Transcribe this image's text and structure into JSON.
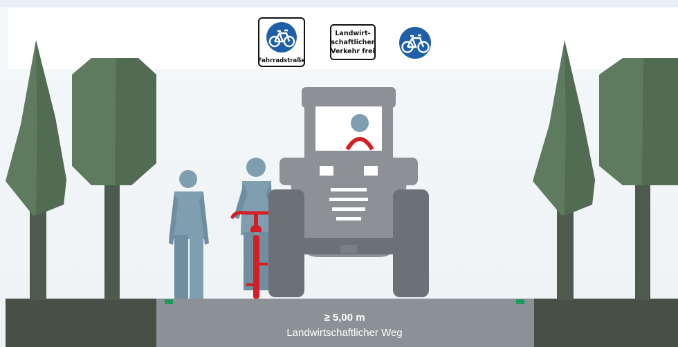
{
  "signs": {
    "fahrradstrasse_label": "Fahrradstraße",
    "zusatz_line1": "Landwirt-",
    "zusatz_line2": "schaftlicher",
    "zusatz_line3": "Verkehr frei"
  },
  "road": {
    "width_label": "≥ 5,00 m",
    "name_label": "Landwirtschaftlicher Weg"
  },
  "colors": {
    "sky_band": "#ffffff",
    "tree_canopy": "#5e7a5f",
    "tree_trunk": "#4f5a4e",
    "ground": "#474f46",
    "road": "#8c9196",
    "figure": "#7f9eb0",
    "tractor": "#8d9195",
    "wheels": "#6c7176",
    "accent_red": "#d41f26",
    "sign_blue": "#1f5fa8",
    "marker_green": "#1d9a5b"
  },
  "icons": [
    "bicycle-icon",
    "pedestrian-figure",
    "cyclist-figure",
    "tractor-figure",
    "tree"
  ]
}
